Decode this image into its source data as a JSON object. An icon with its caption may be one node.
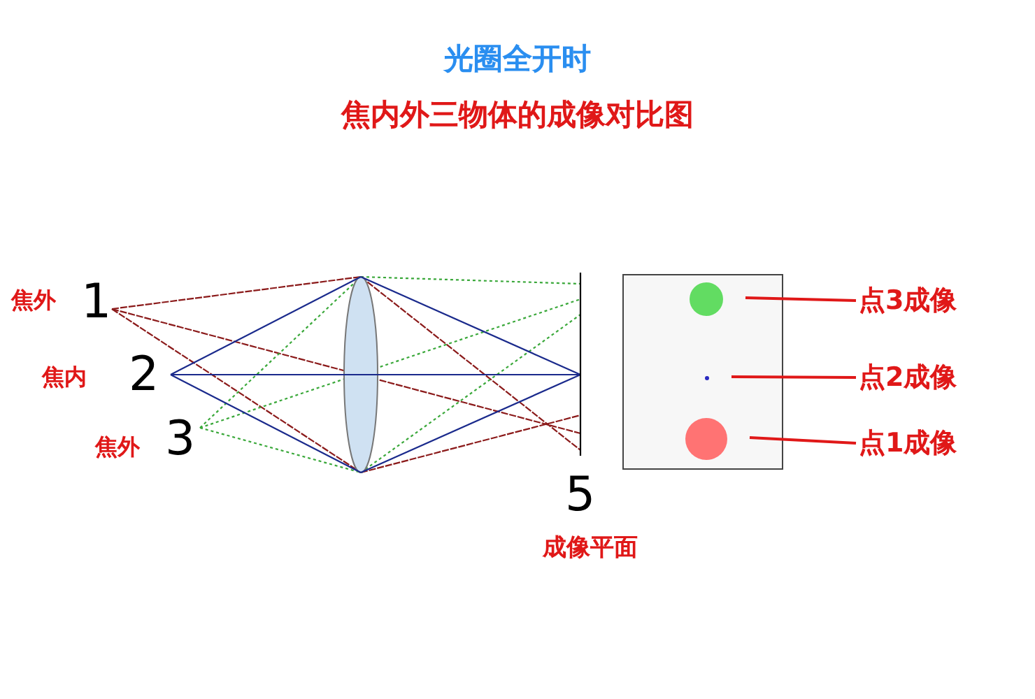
{
  "diagram": {
    "title": "光圈全开时",
    "nodes": [
      {
        "text": [],
        "shape": "box"
      },
      {
        "text": [],
        "shape": "circle",
        "in": 0
      },
      {
        "text": [],
        "shape": "circle",
        "in": 0
      },
      {
        "text": [],
        "shape": "circle",
        "in": 0
      },
      {
        "text": [
          "点3成像"
        ]
      },
      {
        "text": [
          "点2成像"
        ]
      },
      {
        "text": [
          "点1成像"
        ]
      }
    ],
    "edges": [
      {
        "from": 4,
        "to": 1,
        "arrow": "none"
      },
      {
        "from": 5,
        "to": 2,
        "arrow": "none"
      },
      {
        "from": 6,
        "to": 3,
        "arrow": "none"
      }
    ],
    "labels": [
      "焦内外三物体的成像对比图",
      "焦外",
      "1",
      "焦内",
      "2",
      "焦外",
      "3",
      "5",
      "成像平面"
    ]
  }
}
